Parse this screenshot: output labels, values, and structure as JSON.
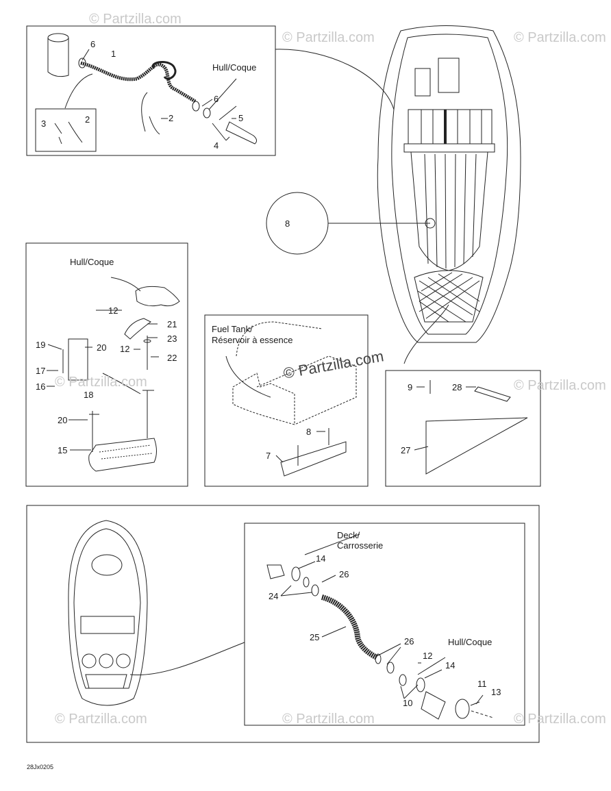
{
  "watermark": "© Partzilla.com",
  "footer_code": "28Jx0205",
  "panel1": {
    "hull_label": "Hull/Coque",
    "callouts": [
      "6",
      "1",
      "6",
      "5",
      "4",
      "2",
      "3",
      "2"
    ]
  },
  "circle_callout": {
    "number": "8"
  },
  "panel2": {
    "hull_label": "Hull/Coque",
    "callouts": [
      "12",
      "21",
      "23",
      "12",
      "22",
      "19",
      "20",
      "17",
      "16",
      "18",
      "20",
      "15"
    ]
  },
  "panel3": {
    "tank_label_line1": "Fuel Tank/",
    "tank_label_line2": "Réservoir à essence",
    "callouts": [
      "8",
      "7"
    ]
  },
  "panel4": {
    "callouts": [
      "9",
      "28",
      "27"
    ]
  },
  "panel5": {
    "deck_label_line1": "Deck/",
    "deck_label_line2": "Carrosserie",
    "hull_label": "Hull/Coque",
    "callouts": [
      "14",
      "26",
      "24",
      "25",
      "26",
      "12",
      "14",
      "11",
      "13",
      "10"
    ]
  }
}
